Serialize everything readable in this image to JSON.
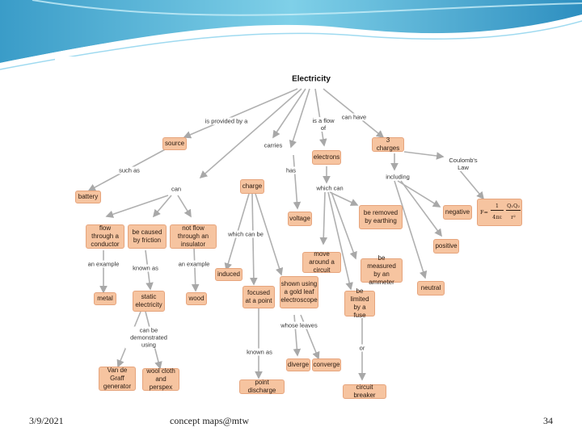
{
  "slide": {
    "date": "3/9/2021",
    "footer_center": "concept maps@mtw",
    "page_number": "34",
    "accent": "#5bbcd8"
  },
  "map": {
    "root": "Electricity",
    "nodes": {
      "source": "source",
      "battery": "battery",
      "charge": "charge",
      "electrons": "electrons",
      "three_charges": "3 charges",
      "coulomb": "Coulomb's Law",
      "flow_conductor": "flow through a conductor",
      "caused_friction": "be caused by friction",
      "not_flow_insulator": "not flow through an insulator",
      "metal": "metal",
      "static_electricity": "static electricity",
      "wood": "wood",
      "induced": "induced",
      "focused_point": "focused at a point",
      "gold_leaf": "shown using a gold leaf electroscope",
      "voltage": "voltage",
      "move_circuit": "move around a circuit",
      "removed_earthing": "be removed by earthing",
      "measured_ammeter": "be measured by an ammeter",
      "limited_fuse": "be limited by a fuse",
      "negative": "negative",
      "positive": "positive",
      "neutral": "neutral",
      "van_de_graff": "Van de Graff generator",
      "wool_cloth": "wool cloth and perspex",
      "diverge": "diverge",
      "converge": "converge",
      "point_discharge": "point discharge",
      "circuit_breaker": "circuit breaker"
    },
    "formula": {
      "lhs": "F=",
      "k_num": "1",
      "k_den": "4πε",
      "q_num": "Q₁Q₂",
      "q_den": "r²"
    },
    "links": {
      "provided_by": "is provided by a",
      "is_flow_of": "is a flow of",
      "can_have": "can have",
      "carries": "carries",
      "such_as": "such as",
      "has": "has",
      "can": "can",
      "including": "including",
      "which_can": "which can",
      "example1": "an example",
      "known_as1": "known as",
      "example2": "an example",
      "which_can_be": "which can be",
      "demonstrated": "can be demonstrated using",
      "whose_leaves": "whose leaves",
      "known_as2": "known as",
      "or": "or"
    }
  }
}
